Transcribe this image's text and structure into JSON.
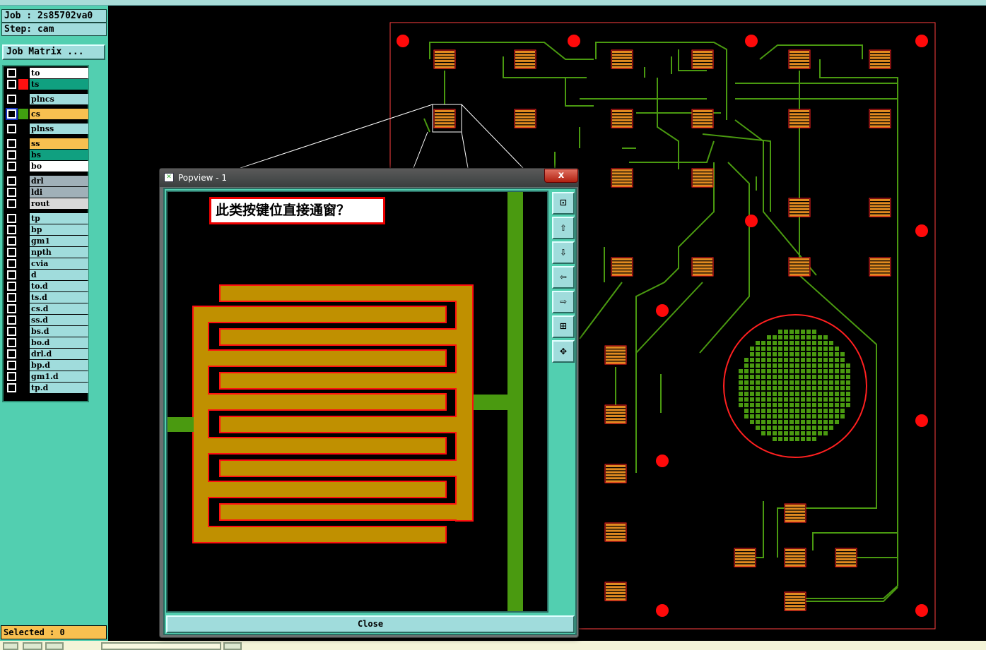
{
  "job": {
    "job_line": "Job : 2s85702va0",
    "step_line": "Step: cam",
    "job_matrix_label": "Job Matrix ..."
  },
  "layers": [
    {
      "name": "to",
      "bg": "#ffffff",
      "swatch": "#000000"
    },
    {
      "name": "ts",
      "bg": "#10a080",
      "swatch": "#ff1010"
    },
    {
      "name": "plncs",
      "bg": "#a0dcdc",
      "swatch": "#000000"
    },
    {
      "name": "cs",
      "bg": "#f8c050",
      "swatch": "#40a010",
      "selected": true
    },
    {
      "name": "plnss",
      "bg": "#a0dcdc",
      "swatch": "#000000"
    },
    {
      "name": "ss",
      "bg": "#f8c050",
      "swatch": "#000000"
    },
    {
      "name": "bs",
      "bg": "#10a080",
      "swatch": "#000000"
    },
    {
      "name": "bo",
      "bg": "#ffffff",
      "swatch": "#000000"
    },
    {
      "name": "drl",
      "bg": "#a0b0b8",
      "swatch": "#000000"
    },
    {
      "name": "ldi",
      "bg": "#a0b0b8",
      "swatch": "#000000"
    },
    {
      "name": "rout",
      "bg": "#d8d8d8",
      "swatch": "#000000"
    },
    {
      "name": "tp",
      "bg": "#a0dcdc",
      "swatch": "#000000"
    },
    {
      "name": "bp",
      "bg": "#a0dcdc",
      "swatch": "#000000"
    },
    {
      "name": "gm1",
      "bg": "#a0dcdc",
      "swatch": "#000000"
    },
    {
      "name": "npth",
      "bg": "#a0dcdc",
      "swatch": "#000000"
    },
    {
      "name": "cvia",
      "bg": "#a0dcdc",
      "swatch": "#000000"
    },
    {
      "name": "d",
      "bg": "#a0dcdc",
      "swatch": "#000000"
    },
    {
      "name": "to.d",
      "bg": "#a0dcdc",
      "swatch": "#000000"
    },
    {
      "name": "ts.d",
      "bg": "#a0dcdc",
      "swatch": "#000000"
    },
    {
      "name": "cs.d",
      "bg": "#a0dcdc",
      "swatch": "#000000"
    },
    {
      "name": "ss.d",
      "bg": "#a0dcdc",
      "swatch": "#000000"
    },
    {
      "name": "bs.d",
      "bg": "#a0dcdc",
      "swatch": "#000000"
    },
    {
      "name": "bo.d",
      "bg": "#a0dcdc",
      "swatch": "#000000"
    },
    {
      "name": "drl.d",
      "bg": "#a0dcdc",
      "swatch": "#000000"
    },
    {
      "name": "bp.d",
      "bg": "#a0dcdc",
      "swatch": "#000000"
    },
    {
      "name": "gm1.d",
      "bg": "#a0dcdc",
      "swatch": "#000000"
    },
    {
      "name": "tp.d",
      "bg": "#a0dcdc",
      "swatch": "#000000"
    }
  ],
  "status": {
    "selected": "Selected : 0"
  },
  "popview": {
    "title": "Popview - 1",
    "close_x": "x",
    "note": "此类按键位直接通窗？",
    "close_label": "Close",
    "tools": [
      "zoom-home",
      "pan-up",
      "pan-down",
      "pan-left",
      "pan-right",
      "zoom-in",
      "zoom-out"
    ]
  },
  "colors": {
    "trace": "#4a9a10",
    "pad": "#e08a20",
    "pad_outline": "#ff2020",
    "fiducial": "#ff0a0a",
    "copper": "#c09000",
    "board_outline": "#ff4040"
  }
}
